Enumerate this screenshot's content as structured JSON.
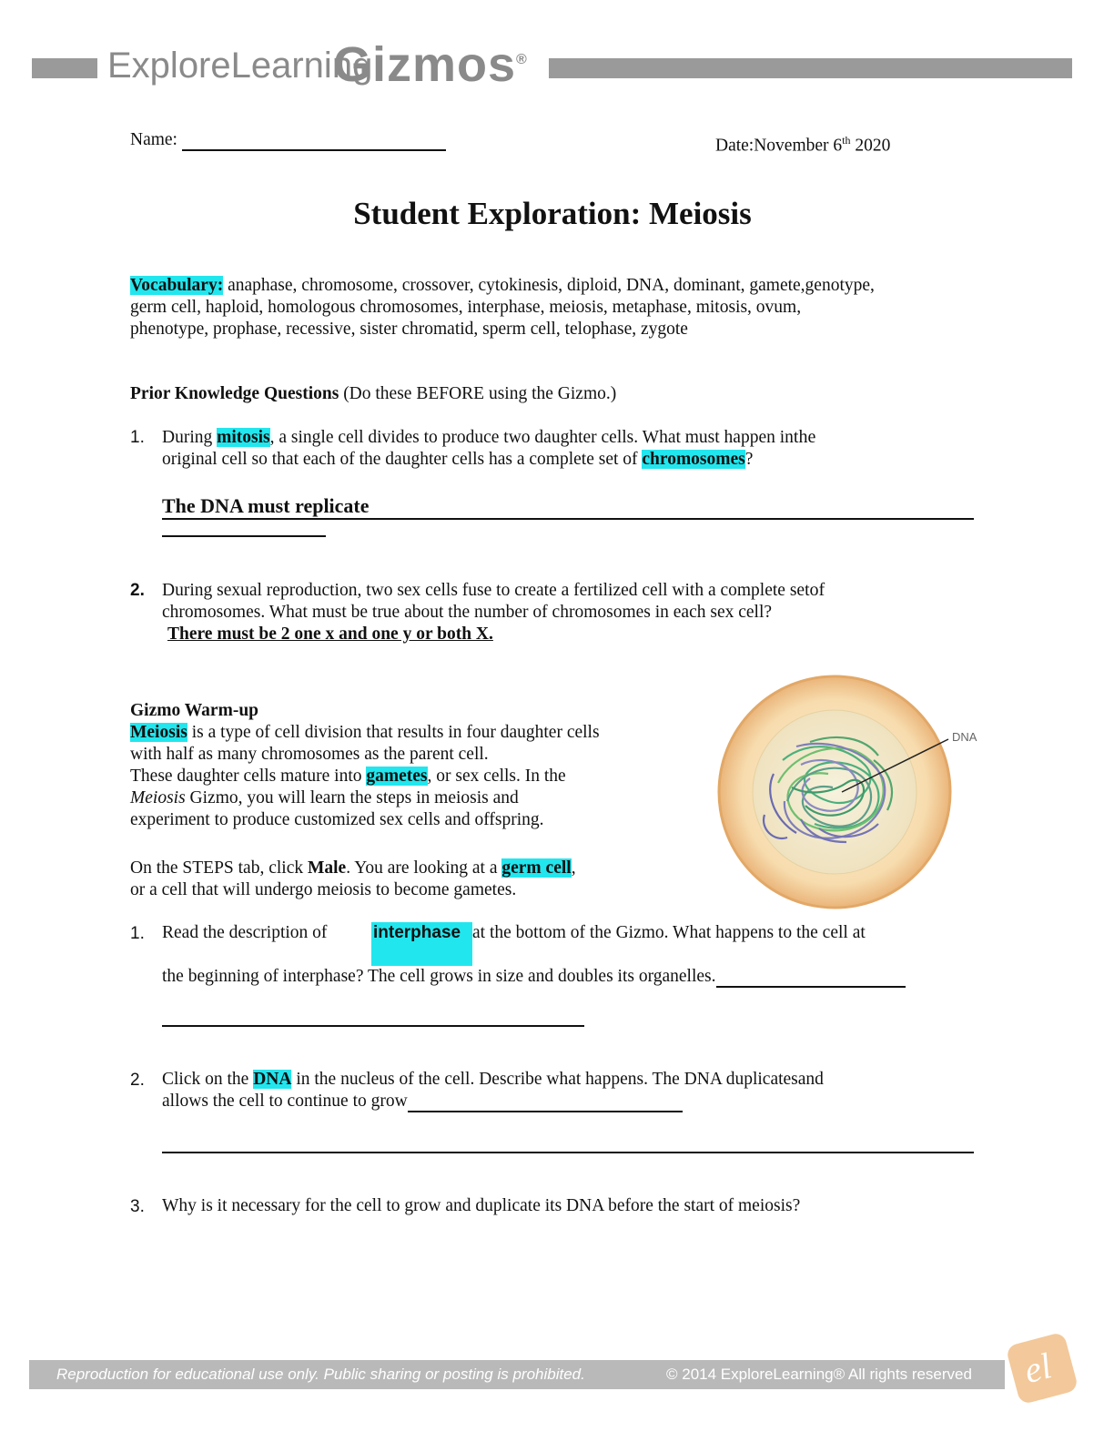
{
  "header": {
    "brand_left": "ExploreLearning",
    "brand_right": "Gizmos",
    "registered_mark": "®"
  },
  "meta": {
    "name_label": "Name:",
    "date_label": "Date:November 6",
    "date_sup": "th",
    "date_year": " 2020"
  },
  "title": "Student Exploration: Meiosis",
  "vocabulary": {
    "label": "Vocabulary:",
    "line1": " anaphase, chromosome, crossover, cytokinesis, diploid, DNA, dominant, gamete,genotype,",
    "line2": "germ cell, haploid, homologous chromosomes, interphase, meiosis, metaphase, mitosis, ovum,",
    "line3": "phenotype, prophase, recessive, sister chromatid, sperm cell, telophase, zygote"
  },
  "prior": {
    "heading": "Prior Knowledge Questions",
    "heading_note": " (Do these BEFORE using the Gizmo.)",
    "q1": {
      "num": "1.",
      "pre": "During ",
      "hl1": "mitosis",
      "mid": ", a single cell divides to produce two daughter cells. What must happen in",
      "tail": "the",
      "line2_pre": "original cell so that each of the daughter cells has a complete set of ",
      "hl2": "chromosomes",
      "line2_post": "?",
      "answer": "The DNA must replicate"
    },
    "q2": {
      "num": "2.",
      "line1": "During sexual reproduction, two sex cells fuse to create a fertilized cell with a complete set",
      "tail": "of",
      "line2": "chromosomes. What must be true about the number of chromosomes in each sex cell?",
      "answer": "There must be 2 one x and one y or both X."
    }
  },
  "warmup": {
    "heading": "Gizmo Warm-up",
    "p1_hl": "Meiosis",
    "p1_a": " is a type of cell division that results in four daughter cells",
    "p1_b": "with half as many chromosomes as the parent cell.",
    "p1_c_pre": "These daughter cells mature into ",
    "p1_c_hl": "gametes",
    "p1_c_post": ", or sex cells. In the",
    "p1_d_it": "Meiosis",
    "p1_d": " Gizmo, you will learn the steps in meiosis and",
    "p1_e": "experiment to produce customized sex cells and offspring.",
    "p2_pre": "On the STEPS tab, click ",
    "p2_bold": "Male",
    "p2_mid": ". You are looking at a ",
    "p2_hl": "germ cell",
    "p2_post": ",",
    "p2_b": "or a cell that will undergo meiosis to become gametes.",
    "figure_label": "DNA"
  },
  "questions": {
    "q1": {
      "num": "1.",
      "pre": "Read the description of",
      "hl": "interphase",
      "post": " at the bottom of the Gizmo. What happens to the cell at",
      "line2": "the beginning of interphase? The cell grows in size and doubles its organelles."
    },
    "q2": {
      "num": "2.",
      "pre": "Click on the ",
      "hl": "DNA",
      "post": " in the nucleus of the cell. Describe what happens. The DNA duplicatesand",
      "line2": "allows the cell to continue to grow"
    },
    "q3": {
      "num": "3.",
      "text": "Why is it necessary for the cell to grow and duplicate its DNA before the start of meiosis?"
    }
  },
  "footer": {
    "left": "Reproduction for educational use only. Public sharing or posting is prohibited.",
    "right": "© 2014 ExploreLearning® All rights reserved",
    "logo_text": "el"
  }
}
